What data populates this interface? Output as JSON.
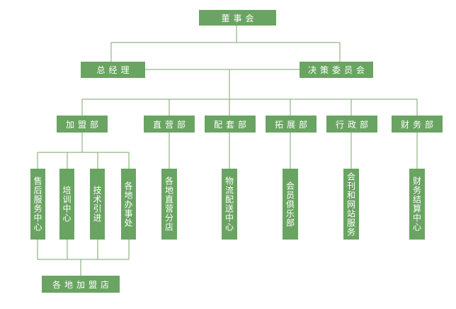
{
  "org": {
    "board": "董事会",
    "gm": "总经理",
    "committee": "决策委员会",
    "departments": {
      "franchise": "加盟部",
      "direct": "直营部",
      "supply": "配套部",
      "expansion": "拓展部",
      "admin": "行政部",
      "finance": "财务部"
    },
    "franchise_units": {
      "after_sales": "售后服务中心",
      "training": "培训中心",
      "tech": "技术引进",
      "local_office": "各地办事处"
    },
    "direct_unit": "各地直营分店",
    "supply_unit": "物流配送中心",
    "expansion_unit": "会员俱乐部",
    "admin_unit": "会刊和网站服务",
    "finance_unit": "财务结算中心",
    "franchise_stores": "各地加盟店"
  }
}
